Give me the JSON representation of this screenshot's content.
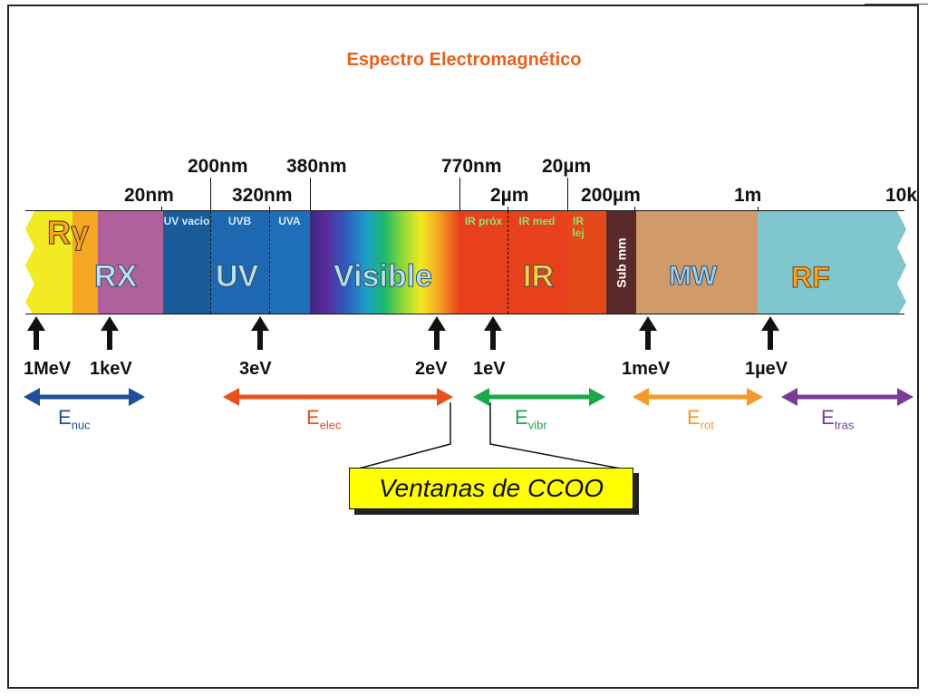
{
  "title": "Espectro Electromagnético",
  "wavelength_upper": [
    "200nm",
    "380nm",
    "770nm",
    "20µm"
  ],
  "wavelength_lower": [
    "20nm",
    "320nm",
    "2µm",
    "200µm",
    "1m",
    "10k"
  ],
  "bands": {
    "gamma": "Rγ",
    "xray": "RX",
    "uv_vacio": "UV vacio",
    "uvb": "UVB",
    "uva": "UVA",
    "uv": "UV",
    "visible": "Visible",
    "ir_prox": "IR próx",
    "ir_med": "IR med",
    "ir_lej": "IR lej",
    "ir": "IR",
    "submm": "Sub mm",
    "mw": "MW",
    "rf": "RF"
  },
  "energies": [
    "1MeV",
    "1keV",
    "3eV",
    "2eV",
    "1eV",
    "1meV",
    "1µeV"
  ],
  "ranges": [
    {
      "label": "E",
      "sub": "nuc",
      "color": "#1f4e9a"
    },
    {
      "label": "E",
      "sub": "elec",
      "color": "#e8501c"
    },
    {
      "label": "E",
      "sub": "vibr",
      "color": "#1aa84a"
    },
    {
      "label": "E",
      "sub": "rot",
      "color": "#f39a2a"
    },
    {
      "label": "E",
      "sub": "tras",
      "color": "#7a3d96"
    }
  ],
  "callout": "Ventanas de CCOO"
}
